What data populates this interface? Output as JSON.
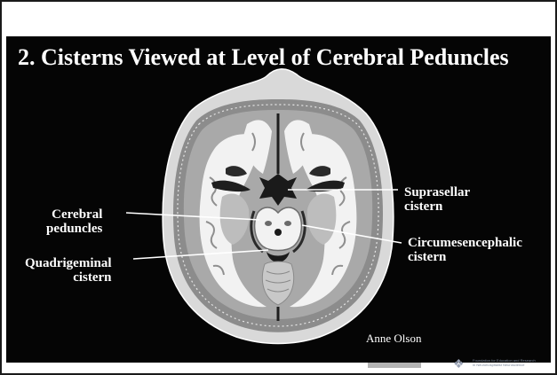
{
  "slide": {
    "title": "2. Cisterns Viewed at Level of Cerebral Peduncles"
  },
  "labels": {
    "cerebral_peduncles": [
      "Cerebral",
      "peduncles"
    ],
    "quadrigeminal_cistern": [
      "Quadrigeminal",
      "cistern"
    ],
    "suprasellar_cistern": [
      "Suprasellar",
      "cistern"
    ],
    "circumesencephalic_cistern": [
      "Circumesencephalic",
      "cistern"
    ]
  },
  "credit": "Anne Olson",
  "footer": {
    "organization_lines": [
      "Foundation for Education and Research",
      "in Neurohospitalist Neuroscience"
    ]
  },
  "colors": {
    "background": "#050505",
    "label_text": "#ffffff",
    "scalp": "#d9d9d9",
    "gray_matter": "#a9a9a9",
    "white_matter": "#f2f2f2"
  },
  "icons": {
    "footer_logo": "foundation-logo-icon"
  }
}
